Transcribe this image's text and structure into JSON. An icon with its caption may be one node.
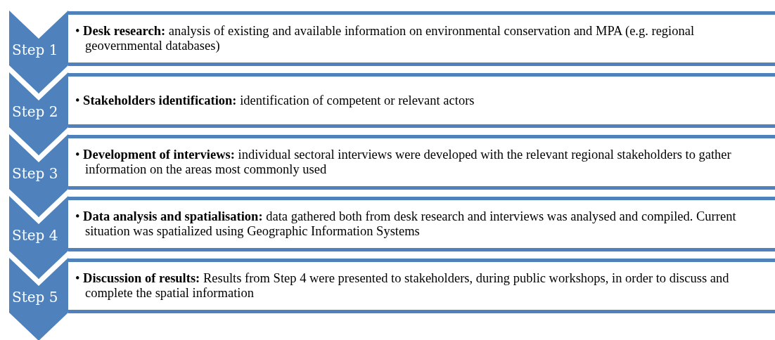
{
  "diagram": {
    "nodes": [
      {
        "text": [
          "Step 1"
        ]
      },
      {
        "text": [
          "• **Desk research:** analysis of existing and available information on environmental conservation and MPA (e.g. regional geovernmental databases)"
        ]
      },
      {
        "text": [
          "Step 2"
        ]
      },
      {
        "text": [
          "• **Stakeholders identification:** identification of competent or relevant actors"
        ]
      },
      {
        "text": [
          "Step 3"
        ]
      },
      {
        "text": [
          "• **Development of interviews:** individual sectoral interviews were developed with the relevant regional stakeholders to gather information on the areas most commonly used"
        ]
      },
      {
        "text": [
          "Step 4"
        ]
      },
      {
        "text": [
          "• **Data analysis and spatialisation:** data gathered both from desk research and interviews was analysed and compiled. Current situation was spatialized using Geographic Information Systems"
        ]
      },
      {
        "text": [
          "Step 5"
        ]
      },
      {
        "text": [
          "• **Discussion of results:** Results from Step 4 were presented to stakeholders, during public workshops, in order to discuss and complete the spatial information"
        ]
      }
    ],
    "edges": [
      {
        "from": 0,
        "to": 2,
        "arrow": "to"
      },
      {
        "from": 2,
        "to": 4,
        "arrow": "to"
      },
      {
        "from": 4,
        "to": 6,
        "arrow": "to"
      },
      {
        "from": 6,
        "to": 8,
        "arrow": "to"
      },
      {
        "from": 8,
        "to": null,
        "arrow": "to"
      }
    ]
  }
}
